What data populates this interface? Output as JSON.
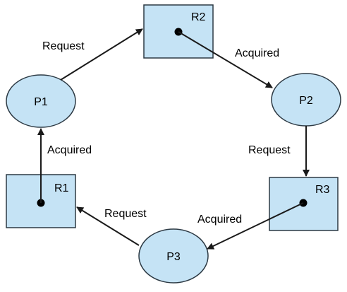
{
  "colors": {
    "fill": "#c5e3f5",
    "stroke": "#2d3a44",
    "edge": "#1a1a1a",
    "background": "#ffffff"
  },
  "processes": [
    {
      "id": "P1",
      "label": "P1"
    },
    {
      "id": "P2",
      "label": "P2"
    },
    {
      "id": "P3",
      "label": "P3"
    }
  ],
  "resources": [
    {
      "id": "R1",
      "label": "R1"
    },
    {
      "id": "R2",
      "label": "R2"
    },
    {
      "id": "R3",
      "label": "R3"
    }
  ],
  "edges": [
    {
      "from": "P1",
      "to": "R2",
      "label": "Request"
    },
    {
      "from": "R2",
      "to": "P2",
      "label": "Acquired"
    },
    {
      "from": "P2",
      "to": "R3",
      "label": "Request"
    },
    {
      "from": "R3",
      "to": "P3",
      "label": "Acquired"
    },
    {
      "from": "P3",
      "to": "R1",
      "label": "Request"
    },
    {
      "from": "R1",
      "to": "P1",
      "label": "Acquired"
    }
  ]
}
